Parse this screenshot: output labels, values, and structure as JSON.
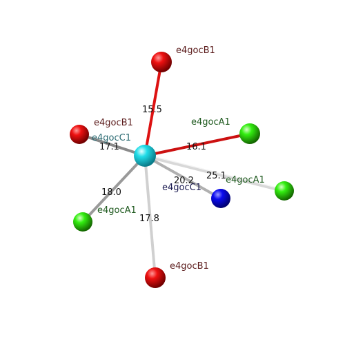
{
  "colors": {
    "background": "#ffffff",
    "center_atom": "#22d8e8",
    "red_atom": "#e00000",
    "green_atom": "#22e000",
    "blue_atom": "#0000e0",
    "red_bond": "#dd1111",
    "grey_bond": "#c8c8c8",
    "label_dark_red": "#5a1a1a",
    "label_green": "#1f5a1f",
    "label_teal": "#2a6a72",
    "label_navy": "#1a1a50",
    "distance_text": "#111111"
  },
  "atoms": {
    "center": {
      "label": "e4gocC1",
      "color": "teal"
    },
    "top_red": {
      "label": "e4gocB1",
      "color": "red"
    },
    "left_red": {
      "label": "e4gocB1",
      "color": "red"
    },
    "bottom_red": {
      "label": "e4gocB1",
      "color": "red"
    },
    "upper_right_green": {
      "label": "e4gocA1",
      "color": "green"
    },
    "right_green": {
      "label": "e4gocA1",
      "color": "green"
    },
    "lower_left_green": {
      "label": "e4gocA1",
      "color": "green"
    },
    "blue": {
      "label": "e4gocC1",
      "color": "blue"
    }
  },
  "distances": {
    "to_top_red": "15.5",
    "to_upper_right_green": "16.1",
    "to_left_red": "17.1",
    "to_lower_left_green": "18.0",
    "to_bottom_red": "17.8",
    "to_blue": "20.2",
    "to_right_green": "25.1"
  }
}
